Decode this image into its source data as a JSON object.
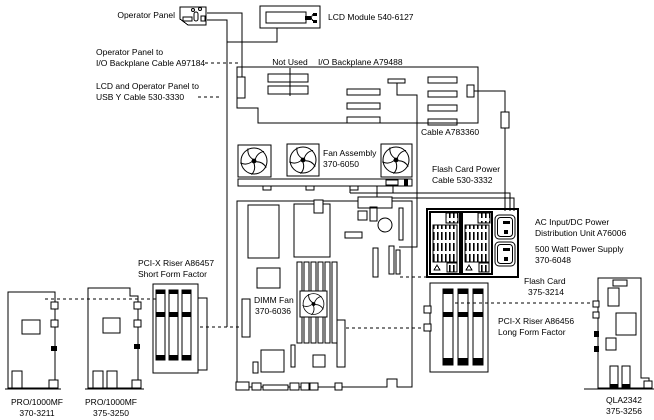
{
  "colors": {
    "ink": "#000000",
    "background": "#ffffff"
  },
  "labels": {
    "operator_panel": "Operator Panel",
    "lcd_module": "LCD Module 540-6127",
    "op_to_io_line1": "Operator Panel to",
    "op_to_io_line2": "I/O Backplane Cable A97184",
    "lcd_usb_line1": "LCD and Operator Panel to",
    "lcd_usb_line2": "USB Y Cable 530-3330",
    "not_used": "Not Used",
    "io_backplane": "I/O Backplane  A79488",
    "cable_a783360": "Cable A783360",
    "fan_assembly_line1": "Fan Assembly",
    "fan_assembly_line2": "370-6050",
    "flash_power_line1": "Flash Card Power",
    "flash_power_line2": "Cable 530-3332",
    "ac_input_line1": "AC Input/DC Power",
    "ac_input_line2": "Distribution Unit A76006",
    "psu_line1": "500 Watt Power Supply",
    "psu_line2": "370-6048",
    "flash_card_line1": "Flash  Card",
    "flash_card_line2": "375-3214",
    "riser_long_line1": "PCI-X Riser A86456",
    "riser_long_line2": "Long Form Factor",
    "riser_short_line1": "PCI-X Riser A86457",
    "riser_short_line2": "Short Form Factor",
    "dimm_fan_line1": "DIMM Fan",
    "dimm_fan_line2": "370-6036",
    "nic1_line1": "PRO/1000MF",
    "nic1_line2": "370-3211",
    "nic2_line1": "PRO/1000MF",
    "nic2_line2": "375-3250",
    "hba_line1": "QLA2342",
    "hba_line2": "375-3256"
  }
}
